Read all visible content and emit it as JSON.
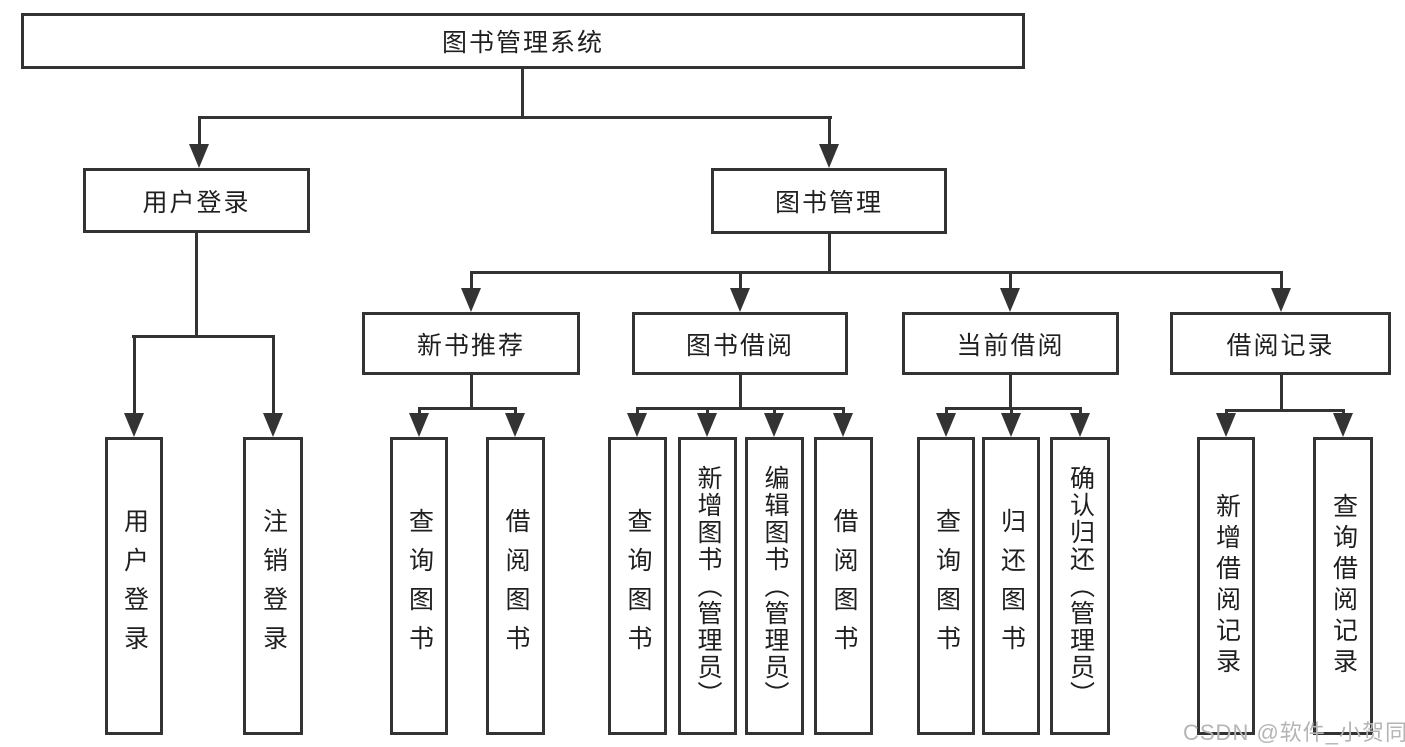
{
  "title": {
    "label": "图书管理系统"
  },
  "level2": {
    "user_login": {
      "label": "用户登录"
    },
    "book_mgmt": {
      "label": "图书管理"
    }
  },
  "level3": {
    "new_book": {
      "label": "新书推荐"
    },
    "book_borrow": {
      "label": "图书借阅"
    },
    "current_borrow": {
      "label": "当前借阅"
    },
    "borrow_record": {
      "label": "借阅记录"
    }
  },
  "leaves": {
    "user_login_1": {
      "label": "用户登录"
    },
    "user_login_2": {
      "label": "注销登录"
    },
    "new_book_1": {
      "label": "查询图书"
    },
    "new_book_2": {
      "label": "借阅图书"
    },
    "book_borrow_1": {
      "label": "查询图书"
    },
    "book_borrow_2": {
      "label": "新增图书（管理员）"
    },
    "book_borrow_3": {
      "label": "编辑图书（管理员）"
    },
    "book_borrow_4": {
      "label": "借阅图书"
    },
    "current_borrow_1": {
      "label": "查询图书"
    },
    "current_borrow_2": {
      "label": "归还图书"
    },
    "current_borrow_3": {
      "label": "确认归还（管理员）"
    },
    "borrow_record_1": {
      "label": "新增借阅记录"
    },
    "borrow_record_2": {
      "label": "查询借阅记录"
    }
  },
  "watermark": {
    "text": "CSDN @软件_小贺同学"
  },
  "colors": {
    "line": "#333333",
    "background": "#ffffff",
    "text": "#1f1f1f",
    "watermark": "#b5b5b5"
  }
}
